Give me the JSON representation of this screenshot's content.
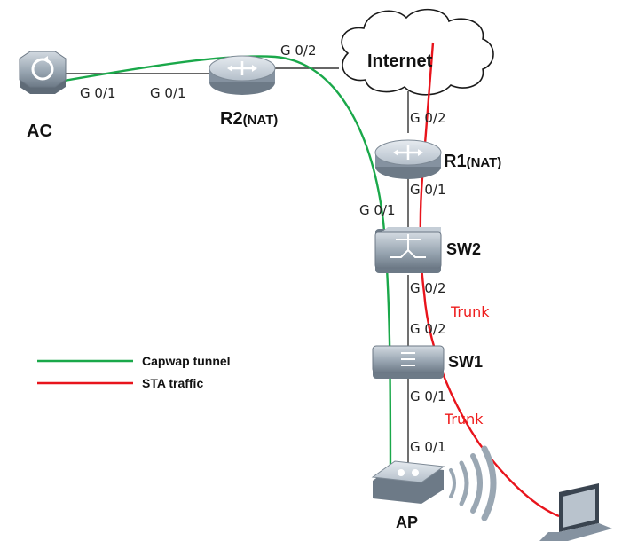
{
  "devices": {
    "ac": "AC",
    "r2": "R2",
    "r2_suffix": "(NAT)",
    "r1": "R1",
    "r1_suffix": "(NAT)",
    "sw2": "SW2",
    "sw1": "SW1",
    "ap": "AP",
    "internet": "Internet"
  },
  "ports": {
    "ac_g01": "G 0/1",
    "r2_g01": "G 0/1",
    "r2_g02": "G 0/2",
    "r1_g02": "G 0/2",
    "r1_g01": "G 0/1",
    "sw2_g01": "G 0/1",
    "sw2_g02": "G 0/2",
    "sw1_g02": "G 0/2",
    "sw1_g01": "G 0/1",
    "ap_g01": "G 0/1"
  },
  "links": {
    "trunk_upper": "Trunk",
    "trunk_lower": "Trunk"
  },
  "legend": {
    "items": [
      {
        "label": "Capwap tunnel",
        "color": "#1aa84a"
      },
      {
        "label": "STA traffic",
        "color": "#e8141c"
      }
    ]
  },
  "colors": {
    "capwap": "#1aa84a",
    "sta": "#e8141c",
    "device_body": "#9aa7b3",
    "link": "#333333"
  }
}
